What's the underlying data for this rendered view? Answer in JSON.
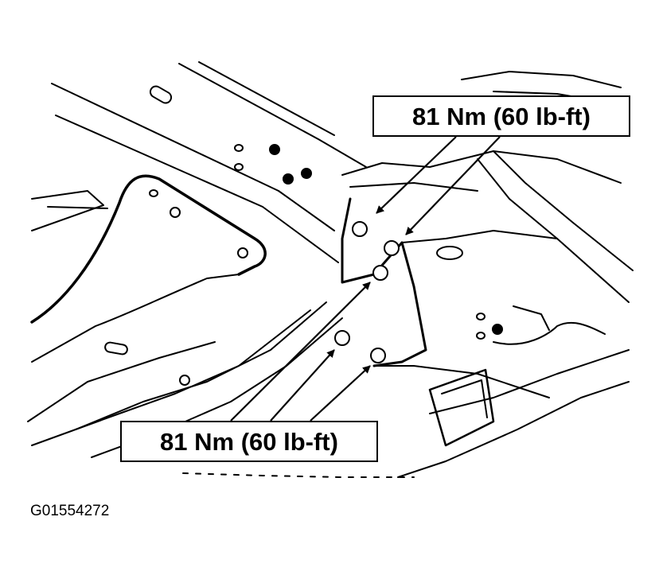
{
  "callouts": {
    "upper": "81 Nm (60 lb-ft)",
    "lower": "81 Nm (60 lb-ft)"
  },
  "figure_id": "G01554272",
  "colors": {
    "ink": "#000000",
    "paper": "#ffffff"
  }
}
